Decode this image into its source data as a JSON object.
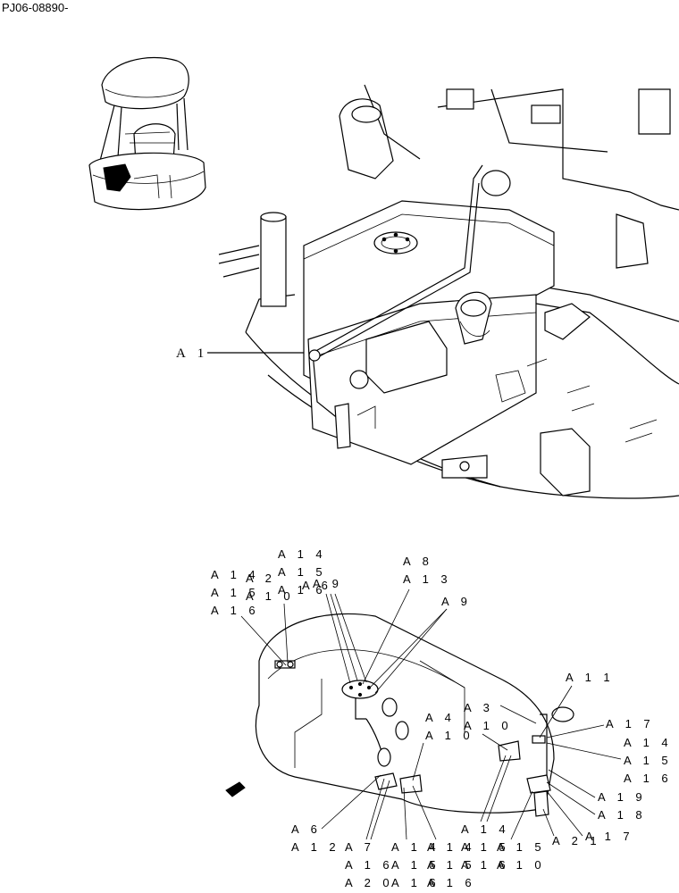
{
  "drawing_code": "PJ06-08890-",
  "upper_callouts": [
    "A 1"
  ],
  "lower_callouts": {
    "top_left_stack": [
      "A 1 4",
      "A 1 5",
      "A 1 6"
    ],
    "top_left_stack_b": [
      "A 1 4",
      "A 1 5",
      "A 1 6"
    ],
    "a2_a10": [
      "A 2",
      "A 1 0"
    ],
    "a1_a6_a9": [
      "A 1",
      "A 6",
      "A 9"
    ],
    "a8_a13": [
      "A 8",
      "A 1 3"
    ],
    "a9_right": "A 9",
    "a11": "A 1 1",
    "a3_a10": [
      "A 3",
      "A 1 0"
    ],
    "a4_a10": [
      "A 4",
      "A 1 0"
    ],
    "a17_top": "A 1 7",
    "right_stack": [
      "A 1 4",
      "A 1 5",
      "A 1 6"
    ],
    "a19": "A 1 9",
    "a18": "A 1 8",
    "a17_bottom": "A 1 7",
    "a21": "A 2 1",
    "a6_a12": [
      "A 6",
      "A 1 2"
    ],
    "a7_a16_a20": [
      "A 7",
      "A 1 6",
      "A 2 0"
    ],
    "bottom_mid_a": [
      "A 1 4",
      "A 1 5",
      "A 1 6"
    ],
    "bottom_mid_b": [
      "A 1 4",
      "A 1 5",
      "A 1 6"
    ],
    "bottom_right_a": [
      "A 1 4",
      "A 1 5",
      "A 1 6"
    ],
    "bottom_right_b": [
      "A 1 5",
      "A 1 0"
    ]
  }
}
